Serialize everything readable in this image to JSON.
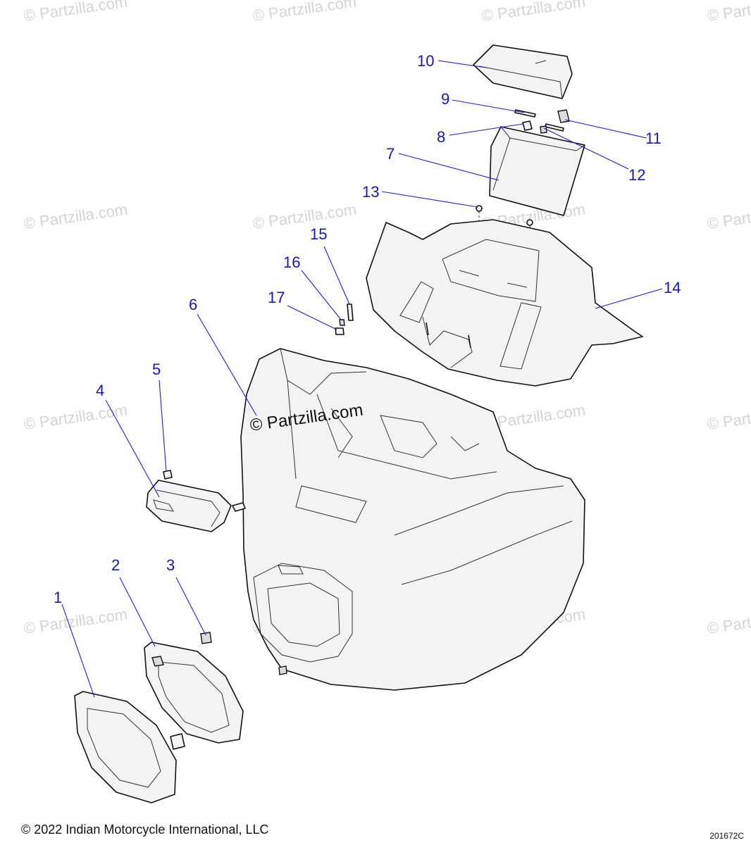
{
  "watermark": {
    "text": "© Partzilla.com",
    "center_text": "© Partzilla.com"
  },
  "callouts": [
    {
      "number": "1"
    },
    {
      "number": "2"
    },
    {
      "number": "3"
    },
    {
      "number": "4"
    },
    {
      "number": "5"
    },
    {
      "number": "6"
    },
    {
      "number": "7"
    },
    {
      "number": "8"
    },
    {
      "number": "9"
    },
    {
      "number": "10"
    },
    {
      "number": "11"
    },
    {
      "number": "12"
    },
    {
      "number": "13"
    },
    {
      "number": "14"
    },
    {
      "number": "15"
    },
    {
      "number": "16"
    },
    {
      "number": "17"
    }
  ],
  "footer": {
    "copyright": "© 2022 Indian Motorcycle International, LLC",
    "diagram_id": "201672C"
  },
  "colors": {
    "callout": "#1414d8",
    "watermark": "#d4d4d4",
    "line_art": "#111111"
  }
}
